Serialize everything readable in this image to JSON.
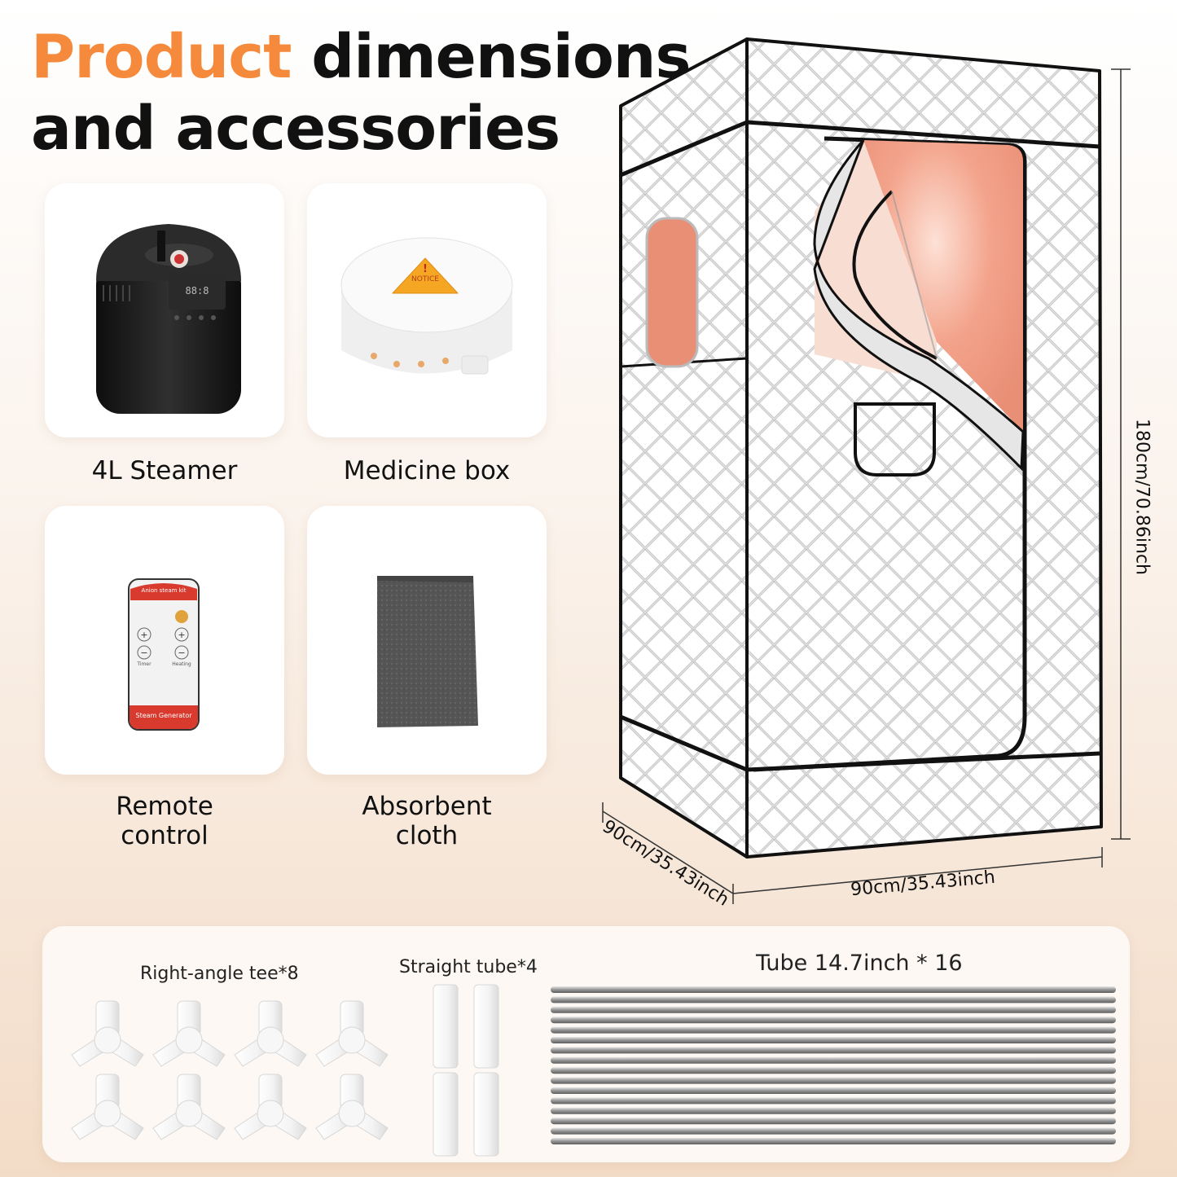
{
  "title": {
    "highlight": "Product",
    "line1_rest": " dimensions",
    "line2": "and accessories"
  },
  "accessories": [
    {
      "label": "4L Steamer"
    },
    {
      "label": "Medicine box",
      "notice": "NOTICE"
    },
    {
      "label_line1": "Remote",
      "label_line2": "control",
      "remote_header": "Anion steam kit",
      "remote_timer": "Timer",
      "remote_heating": "Heating",
      "remote_footer": "Steam Generator"
    },
    {
      "label_line1": "Absorbent",
      "label_line2": "cloth"
    }
  ],
  "dimensions": {
    "height": "180cm/70.86inch",
    "width": "90cm/35.43inch",
    "depth": "90cm/35.43inch"
  },
  "parts": {
    "tee_label": "Right-angle tee*8",
    "tee_count": 8,
    "straight_label": "Straight tube*4",
    "straight_count": 4,
    "tube_label": "Tube 14.7inch * 16",
    "tube_count": 16
  },
  "colors": {
    "accent": "#f58a3c",
    "frame": "#111111",
    "steamer": "#222222",
    "mist": "#f2a088"
  }
}
